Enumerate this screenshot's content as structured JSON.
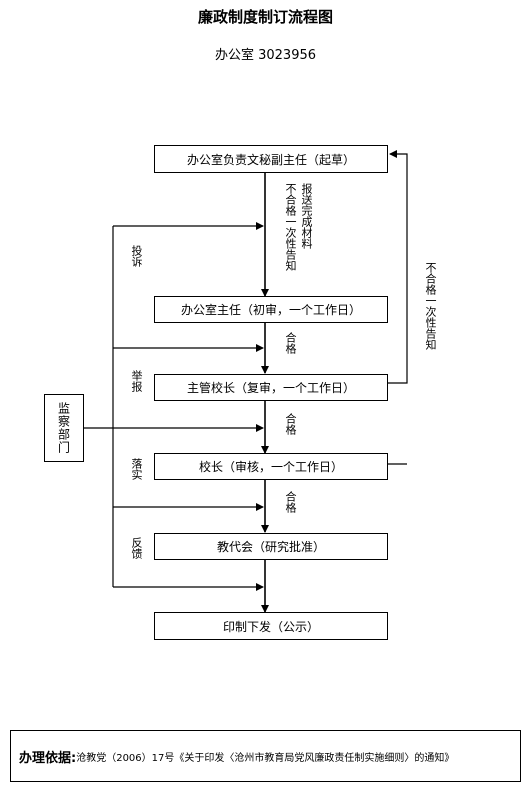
{
  "title": "廉政制度制订流程图",
  "subtitle": "办公室 3023956",
  "boxes": {
    "draft": "办公室负责文秘副主任（起草）",
    "first_review": "办公室主任（初审，一个工作日）",
    "second_review": "主管校长（复审，一个工作日）",
    "audit": "校长（审核，一个工作日）",
    "congress": "教代会（研究批准）",
    "publish": "印制下发（公示）",
    "supervision": "监察部门"
  },
  "edge_labels": {
    "send_done": "报送完成材料",
    "fail_notify_1": "不合格一次性告知",
    "fail_notify_2": "不合格一次性告知",
    "pass_1": "合格",
    "pass_2": "合格",
    "pass_3": "合格"
  },
  "side_labels": {
    "complaint": "投诉",
    "report": "举报",
    "implement": "落实",
    "feedback": "反馈"
  },
  "footer": {
    "label": "办理依据:",
    "text": "沧教党（2006）17号《关于印发〈沧州市教育局党风廉政责任制实施细则〉的通知》"
  }
}
